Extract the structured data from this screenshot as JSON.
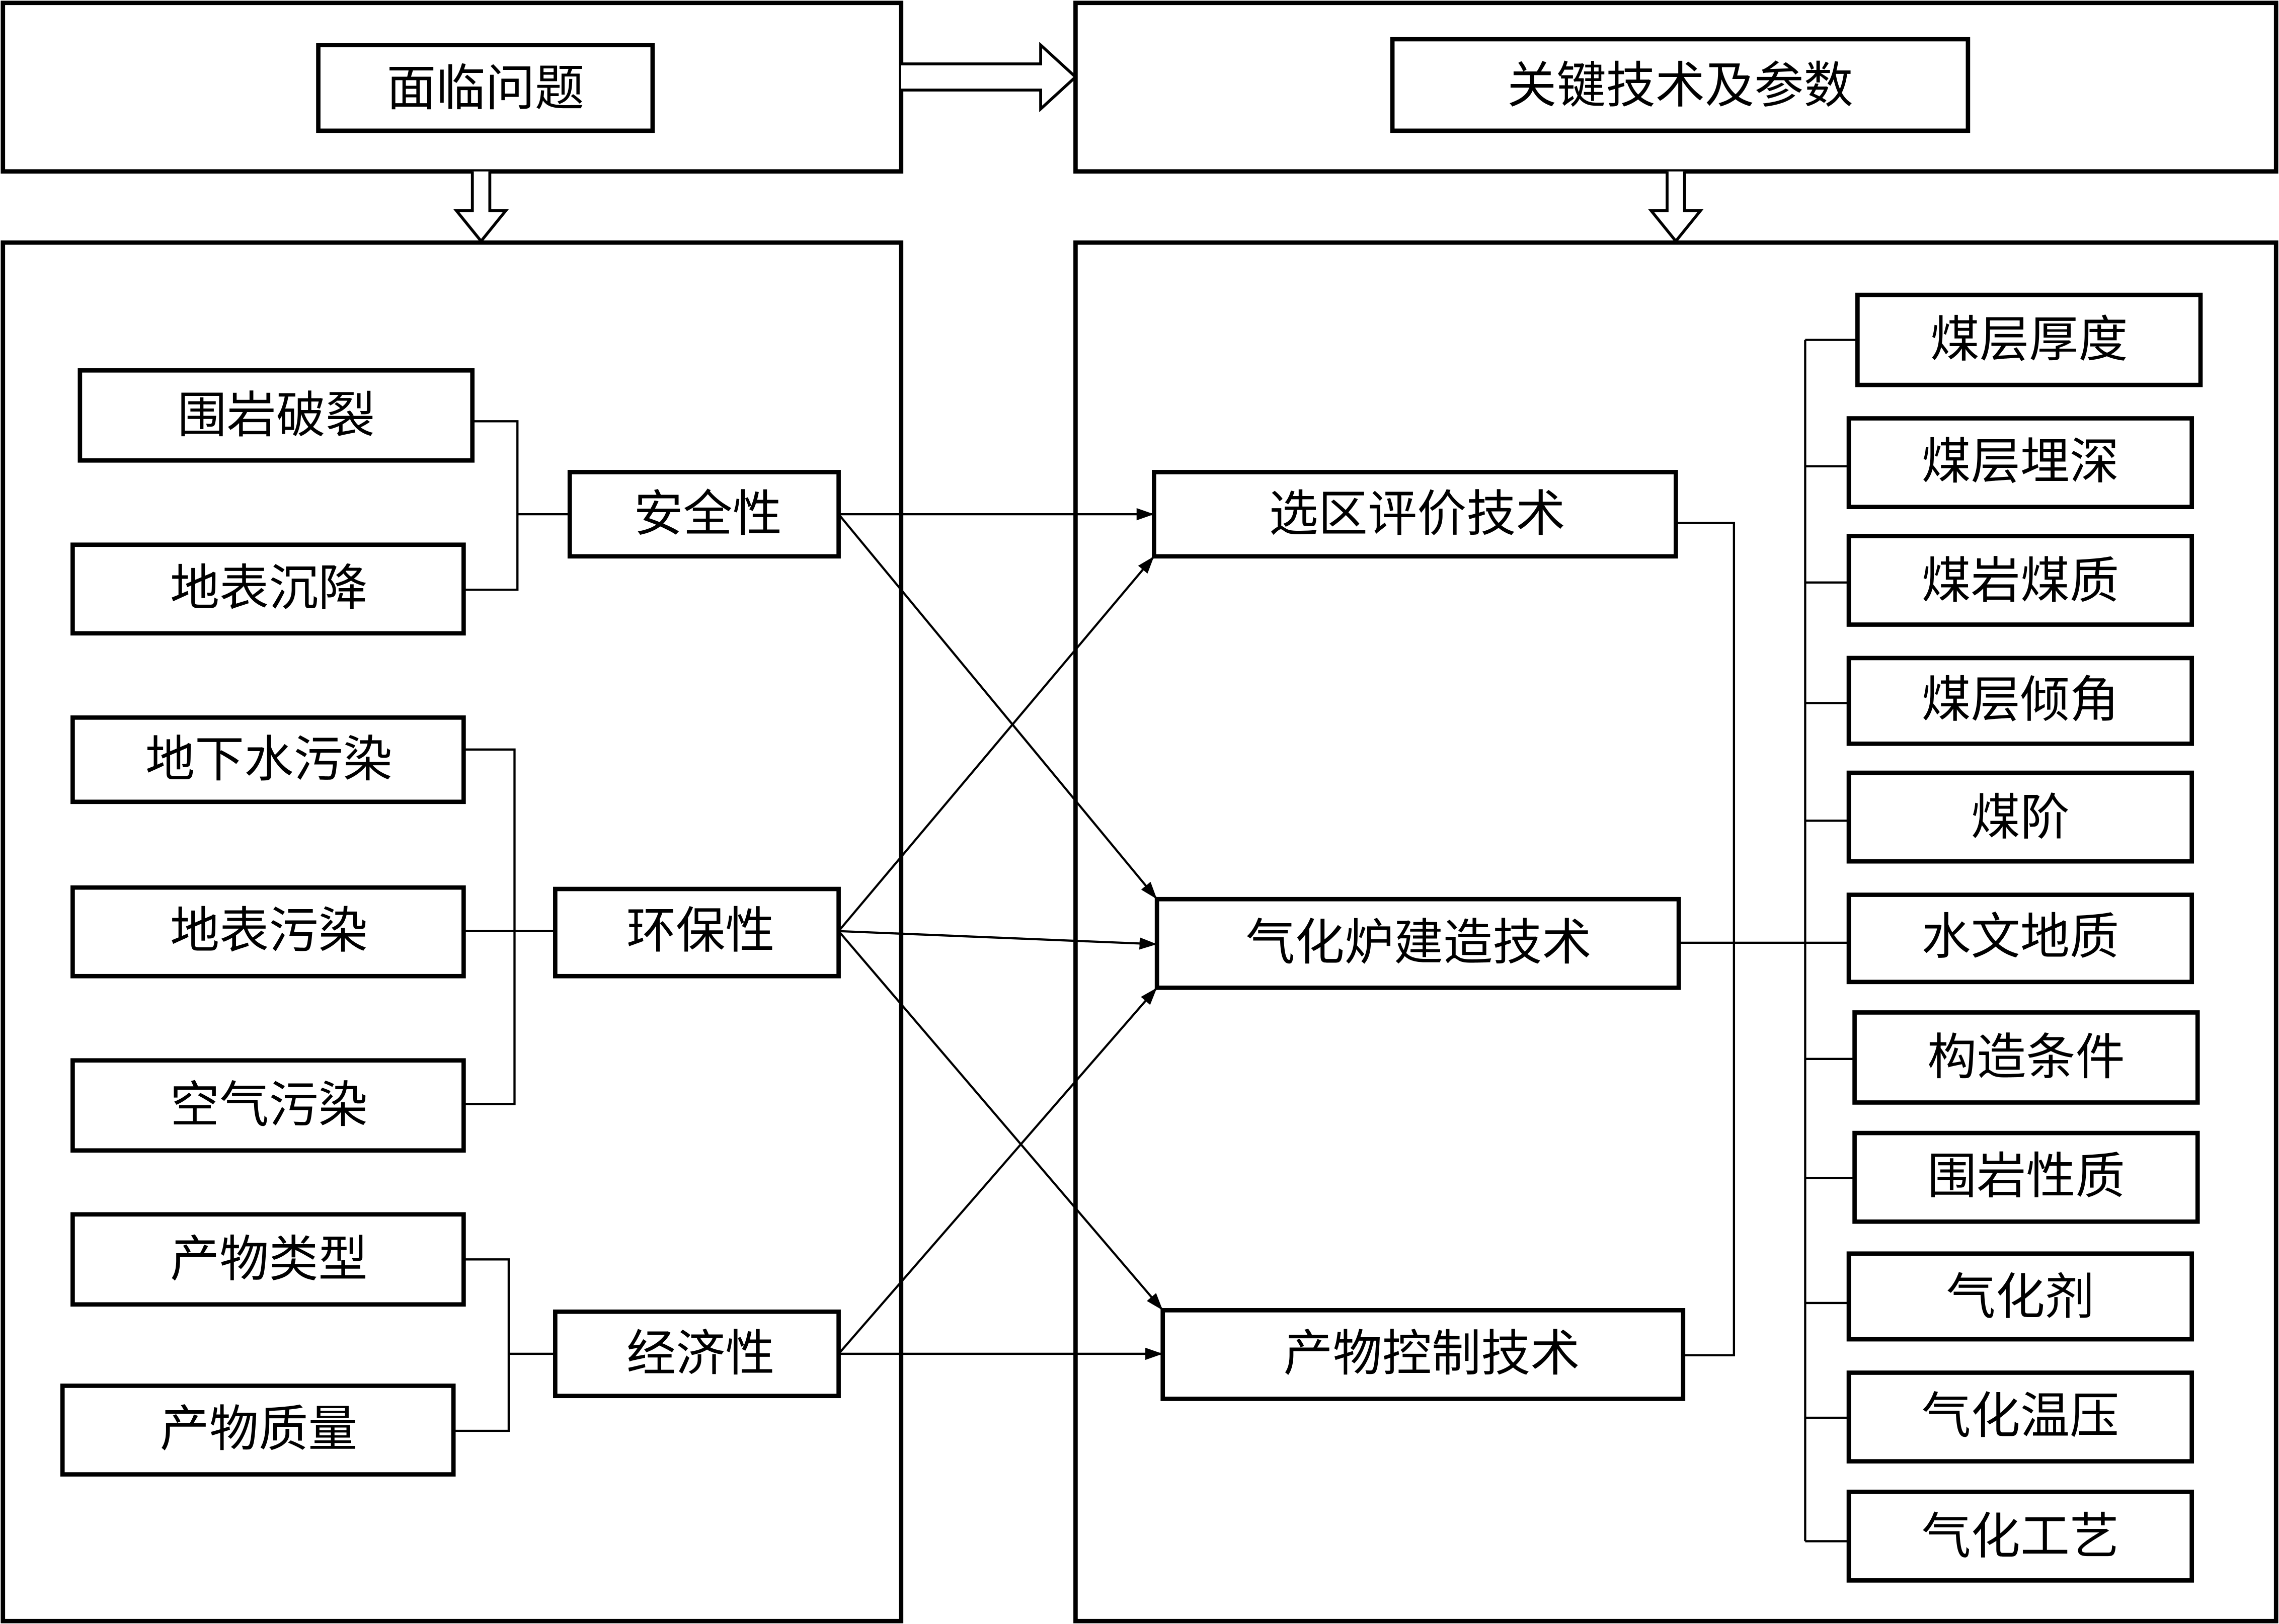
{
  "header": {
    "problems_title": "面临问题",
    "key_tech_title": "关键技术及参数"
  },
  "problems": {
    "safety": {
      "label": "安全性",
      "factors": [
        "围岩破裂",
        "地表沉降"
      ]
    },
    "environment": {
      "label": "环保性",
      "factors": [
        "地下水污染",
        "地表污染",
        "空气污染"
      ]
    },
    "economy": {
      "label": "经济性",
      "factors": [
        "产物类型",
        "产物质量"
      ]
    }
  },
  "technologies": [
    "选区评价技术",
    "气化炉建造技术",
    "产物控制技术"
  ],
  "parameters": [
    "煤层厚度",
    "煤层埋深",
    "煤岩煤质",
    "煤层倾角",
    "煤阶",
    "水文地质",
    "构造条件",
    "围岩性质",
    "气化剂",
    "气化温压",
    "气化工艺"
  ],
  "links": [
    {
      "from": "安全性",
      "to": "选区评价技术"
    },
    {
      "from": "安全性",
      "to": "气化炉建造技术"
    },
    {
      "from": "环保性",
      "to": "选区评价技术"
    },
    {
      "from": "环保性",
      "to": "气化炉建造技术"
    },
    {
      "from": "环保性",
      "to": "产物控制技术"
    },
    {
      "from": "经济性",
      "to": "气化炉建造技术"
    },
    {
      "from": "经济性",
      "to": "产物控制技术"
    }
  ]
}
